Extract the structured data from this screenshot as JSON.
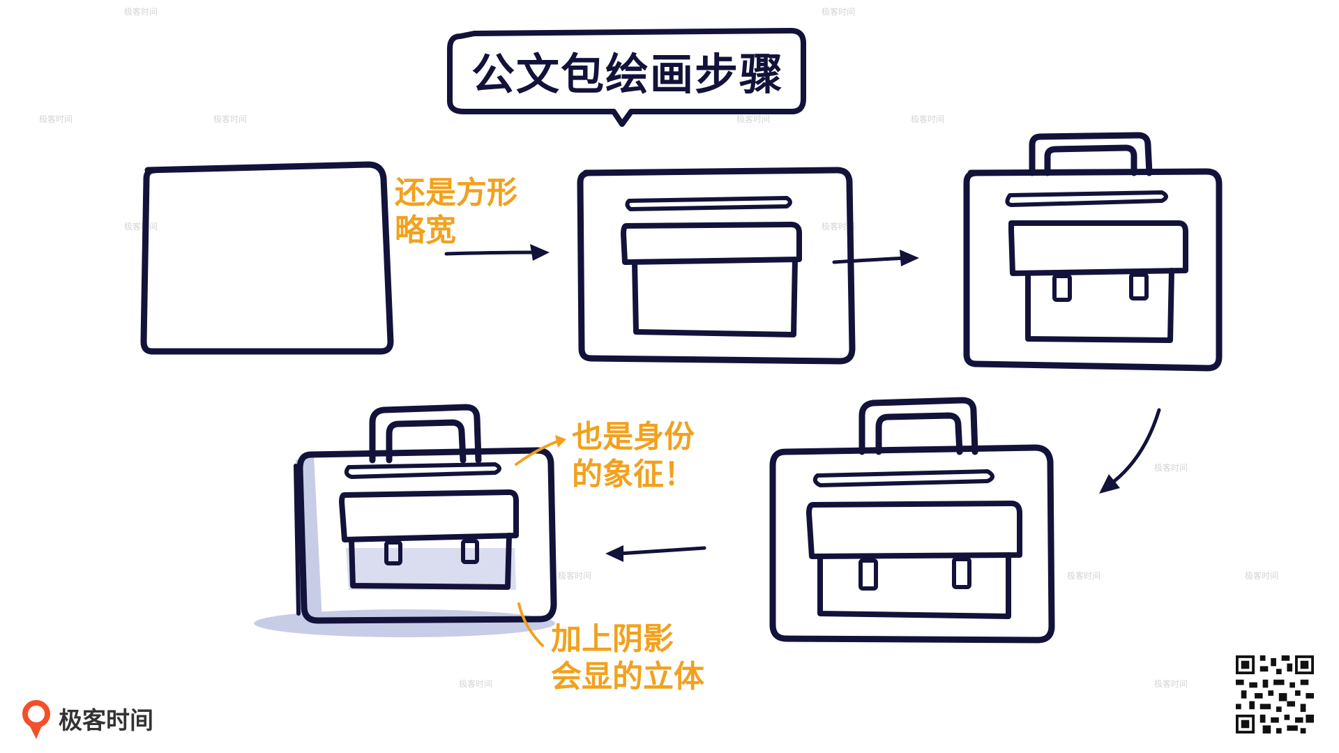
{
  "title": "公文包绘画步骤",
  "notes": {
    "step1": [
      "还是方形",
      "略宽"
    ],
    "identity": [
      "也是身份",
      "的象征！"
    ],
    "shadow": [
      "加上阴影",
      "会显的立体"
    ]
  },
  "brand": {
    "name": "极客时间",
    "icon": "geek-time-logo-icon"
  },
  "watermark": "极客时间",
  "colors": {
    "ink": "#12123a",
    "annotation": "#f2a11d",
    "shadow": "#c7cde6"
  }
}
